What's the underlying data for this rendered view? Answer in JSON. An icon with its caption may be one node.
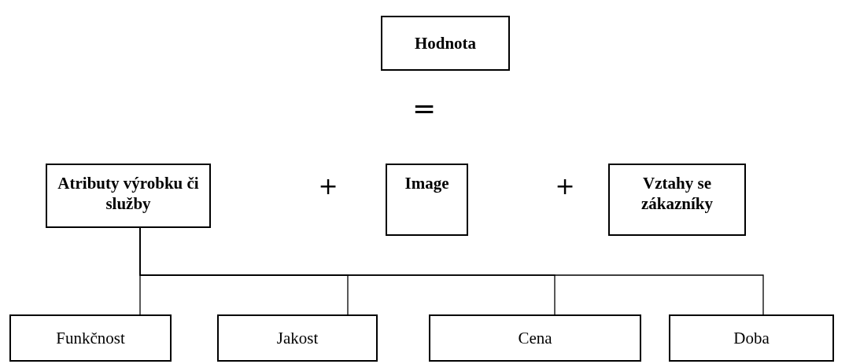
{
  "diagram": {
    "nodes": [
      {
        "text": [
          "Hodnota"
        ]
      },
      {
        "text": [
          "Atributy výrobku či služby"
        ]
      },
      {
        "text": [
          "Image"
        ]
      },
      {
        "text": [
          "Vztahy se zákazníky"
        ]
      },
      {
        "text": [
          "Funkčnost"
        ]
      },
      {
        "text": [
          "Jakost"
        ]
      },
      {
        "text": [
          "Cena"
        ]
      },
      {
        "text": [
          "Doba"
        ]
      }
    ],
    "edges": [
      {
        "from": 1,
        "to": 4,
        "arrow": "none"
      },
      {
        "from": 1,
        "to": 5,
        "arrow": "none"
      },
      {
        "from": 1,
        "to": 6,
        "arrow": "none"
      },
      {
        "from": 1,
        "to": 7,
        "arrow": "none"
      }
    ],
    "labels": [
      "=",
      "+",
      "+"
    ]
  }
}
